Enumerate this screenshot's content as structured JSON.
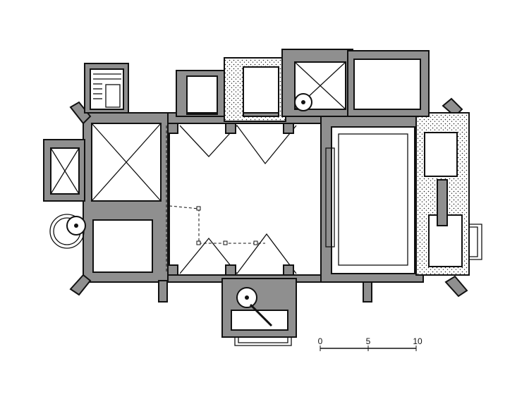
{
  "drawing": {
    "type": "architectural floor plan",
    "scale_bar": {
      "labels": [
        "0",
        "5",
        "10"
      ]
    }
  }
}
